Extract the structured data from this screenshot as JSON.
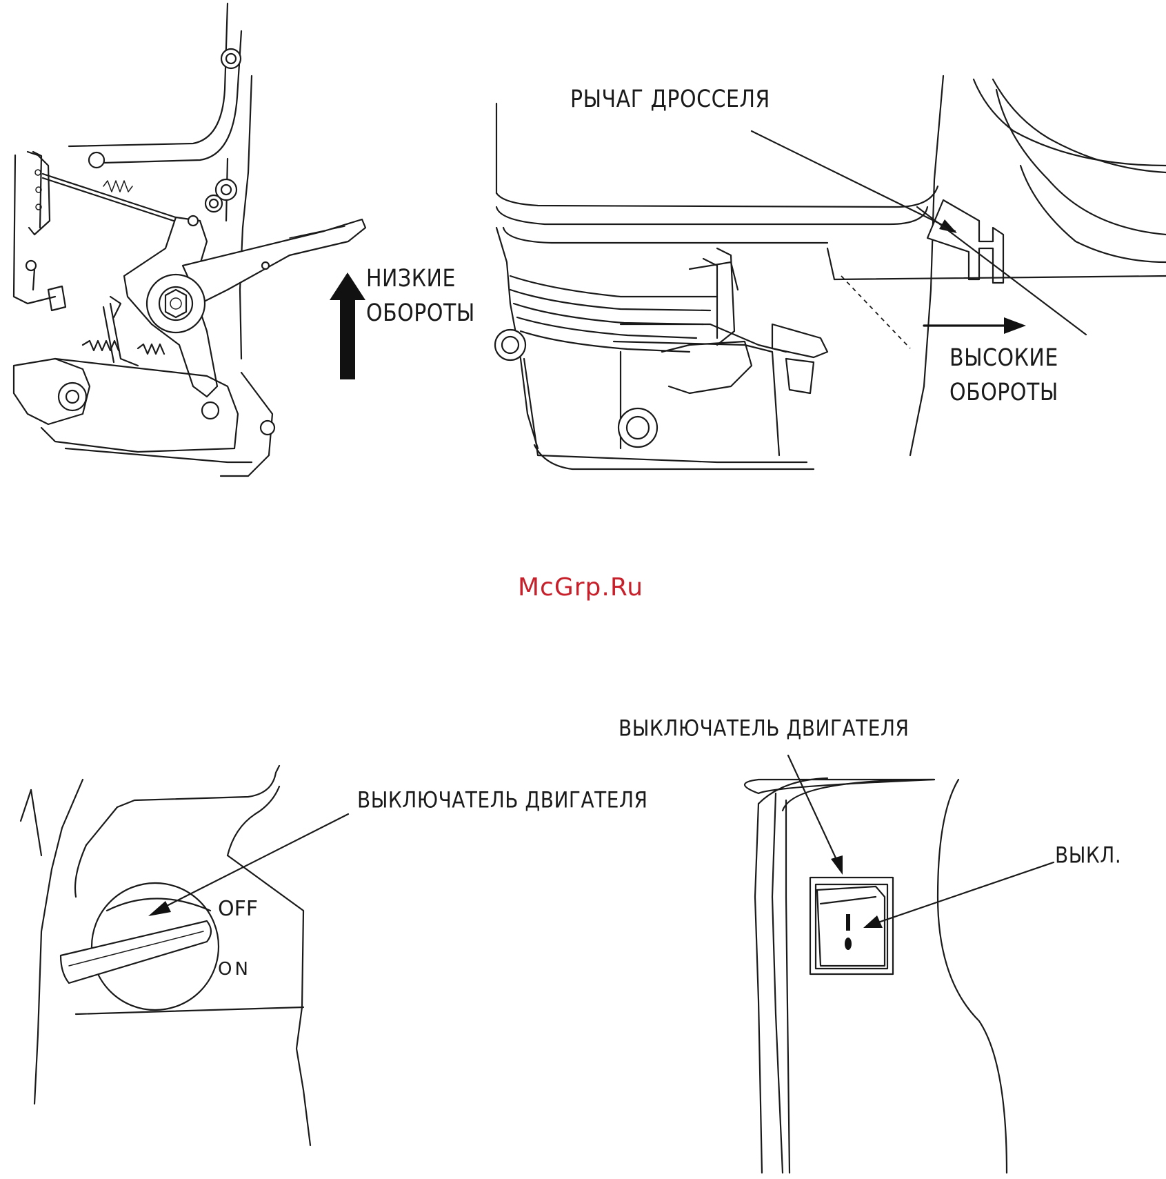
{
  "figure_top_left": {
    "low_speed_label_line1": "НИЗКИЕ",
    "low_speed_label_line2": "ОБОРОТЫ"
  },
  "figure_top_right": {
    "throttle_lever_label": "РЫЧАГ ДРОССЕЛЯ",
    "high_speed_label_line1": "ВЫСОКИЕ",
    "high_speed_label_line2": "ОБОРОТЫ"
  },
  "watermark": "McGrp.Ru",
  "figure_bottom_left": {
    "engine_switch_label": "ВЫКЛЮЧАТЕЛЬ ДВИГАТЕЛЯ",
    "off_label": "OFF",
    "on_label": "ON"
  },
  "figure_bottom_right": {
    "engine_switch_label": "ВЫКЛЮЧАТЕЛЬ ДВИГАТЕЛЯ",
    "off_label": "ВЫКЛ.",
    "switch_on_glyph": "I",
    "switch_off_glyph": "O"
  }
}
